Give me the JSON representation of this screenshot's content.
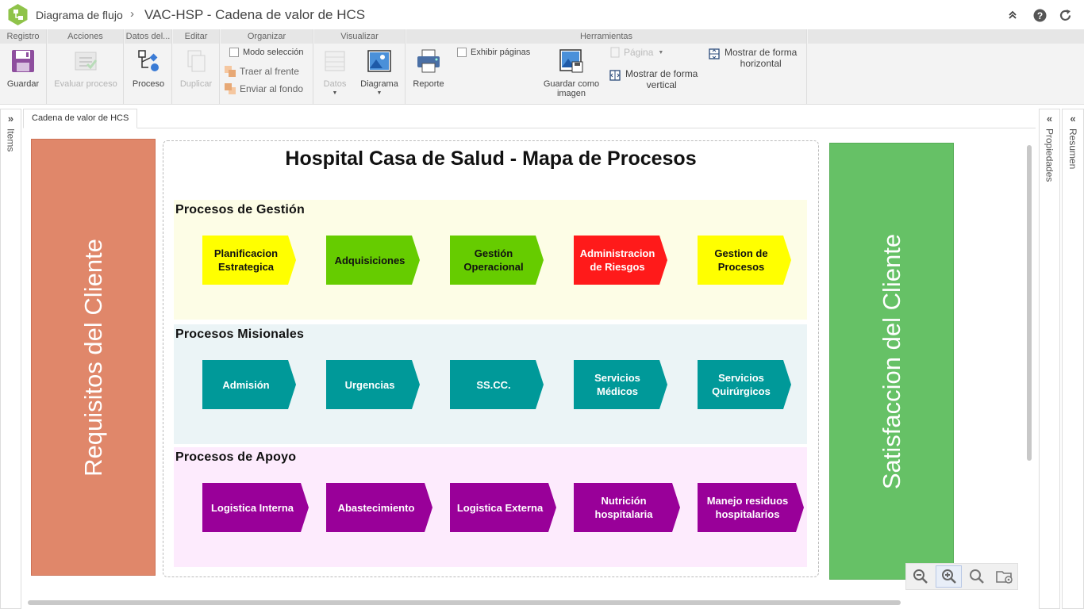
{
  "header": {
    "breadcrumb_root": "Diagrama de flujo",
    "separator": "›",
    "title": "VAC-HSP - Cadena de valor de HCS"
  },
  "ribbon": {
    "groups": {
      "registro": "Registro",
      "acciones": "Acciones",
      "datos_del": "Datos del...",
      "editar": "Editar",
      "organizar": "Organizar",
      "visualizar": "Visualizar",
      "herramientas": "Herramientas"
    },
    "buttons": {
      "guardar": "Guardar",
      "evaluar_proceso": "Evaluar proceso",
      "proceso": "Proceso",
      "duplicar": "Duplicar",
      "modo_seleccion": "Modo selección",
      "traer_frente": "Traer al frente",
      "enviar_fondo": "Enviar al fondo",
      "datos": "Datos",
      "diagrama": "Diagrama",
      "reporte": "Reporte",
      "exhibir_paginas": "Exhibir páginas",
      "guardar_imagen_1": "Guardar como",
      "guardar_imagen_2": "imagen",
      "pagina": "Página",
      "mostrar_vertical_1": "Mostrar de forma",
      "mostrar_vertical_2": "vertical",
      "mostrar_horizontal_1": "Mostrar de forma",
      "mostrar_horizontal_2": "horizontal"
    }
  },
  "rails": {
    "left": "Items",
    "right_1": "Propiedades",
    "right_2": "Resumen"
  },
  "tabs": {
    "active": "Cadena de valor de HCS"
  },
  "diagram": {
    "title": "Hospital Casa de Salud - Mapa de Procesos",
    "left_bar": "Requisitos del Cliente",
    "right_bar": "Satisfaccion del Cliente",
    "colors": {
      "left_bar": "#e0876a",
      "right_bar": "#66c166",
      "gestion_bg": "#fdfde6",
      "misional_bg": "#ebf4f6",
      "apoyo_bg": "#fdebfd",
      "yellow": "#ffff00",
      "green": "#66cc00",
      "red": "#ff1a1a",
      "teal": "#009999",
      "purple": "#990099"
    },
    "lanes": [
      {
        "title": "Procesos de Gestión",
        "processes": [
          {
            "line1": "Planificacion",
            "line2": "Estrategica",
            "color": "yellow"
          },
          {
            "line1": "Adquisiciones",
            "line2": "",
            "color": "green"
          },
          {
            "line1": "Gestión",
            "line2": "Operacional",
            "color": "green"
          },
          {
            "line1": "Administracion",
            "line2": "de Riesgos",
            "color": "red"
          },
          {
            "line1": "Gestion de",
            "line2": "Procesos",
            "color": "yellow"
          }
        ]
      },
      {
        "title": "Procesos Misionales",
        "processes": [
          {
            "line1": "Admisión",
            "line2": "",
            "color": "teal"
          },
          {
            "line1": "Urgencias",
            "line2": "",
            "color": "teal"
          },
          {
            "line1": "SS.CC.",
            "line2": "",
            "color": "teal"
          },
          {
            "line1": "Servicios",
            "line2": "Médicos",
            "color": "teal"
          },
          {
            "line1": "Servicios",
            "line2": "Quirúrgicos",
            "color": "teal"
          }
        ]
      },
      {
        "title": "Procesos de Apoyo",
        "processes": [
          {
            "line1": "Logistica Interna",
            "line2": "",
            "color": "purple"
          },
          {
            "line1": "Abastecimiento",
            "line2": "",
            "color": "purple"
          },
          {
            "line1": "Logistica Externa",
            "line2": "",
            "color": "purple"
          },
          {
            "line1": "Nutrición",
            "line2": "hospitalaria",
            "color": "purple"
          },
          {
            "line1": "Manejo residuos",
            "line2": "hospitalarios",
            "color": "purple"
          }
        ]
      }
    ]
  },
  "zoom": {
    "icons": [
      "zoom-out-icon",
      "zoom-in-icon",
      "zoom-fit-icon",
      "folder-settings-icon"
    ]
  }
}
